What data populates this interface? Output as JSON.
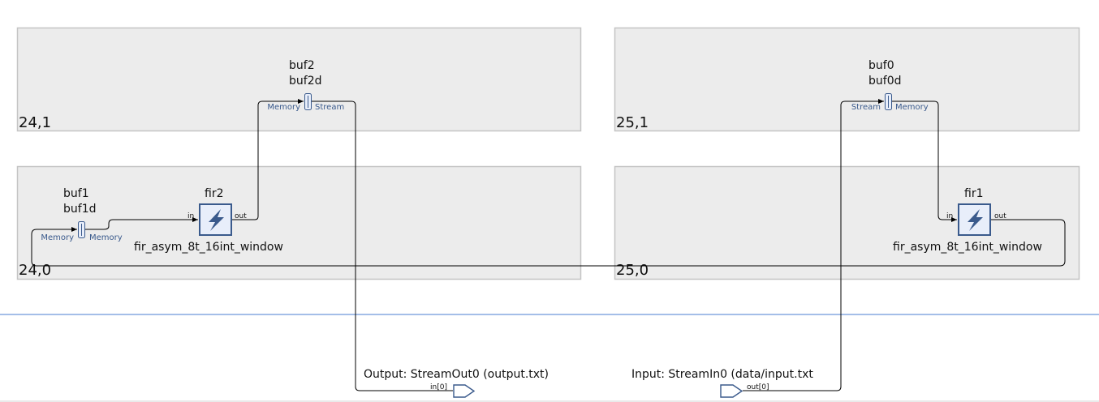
{
  "tiles": [
    {
      "id": "t24_1",
      "label": "24,1"
    },
    {
      "id": "t25_1",
      "label": "25,1"
    },
    {
      "id": "t24_0",
      "label": "24,0"
    },
    {
      "id": "t25_0",
      "label": "25,0"
    }
  ],
  "buffers": {
    "buf2": {
      "name": "buf2",
      "alias": "buf2d",
      "left_port": "Memory",
      "right_port": "Stream"
    },
    "buf0": {
      "name": "buf0",
      "alias": "buf0d",
      "left_port": "Stream",
      "right_port": "Memory"
    },
    "buf1": {
      "name": "buf1",
      "alias": "buf1d",
      "left_port": "Memory",
      "right_port": "Memory"
    }
  },
  "kernels": {
    "fir2": {
      "name": "fir2",
      "function": "fir_asym_8t_16int_window",
      "in_port": "in",
      "out_port": "out",
      "icon": "lightning-bolt-icon"
    },
    "fir1": {
      "name": "fir1",
      "function": "fir_asym_8t_16int_window",
      "in_port": "in",
      "out_port": "out",
      "icon": "lightning-bolt-icon"
    }
  },
  "io": {
    "output": {
      "label": "Output: StreamOut0 (output.txt)",
      "port": "in[0]"
    },
    "input": {
      "label": "Input: StreamIn0 (data/input.txt",
      "port": "out[0]"
    }
  },
  "colors": {
    "tile_fill": "#ececec",
    "tile_border": "#c4c4c4",
    "accent": "#3a5a8c",
    "divider": "#86a8e0"
  }
}
